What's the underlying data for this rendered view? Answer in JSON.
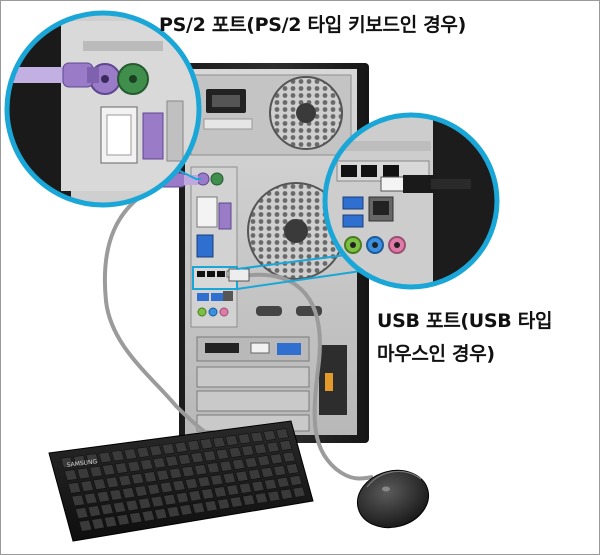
{
  "labels": {
    "ps2_port": "PS/2 포트(PS/2 타입 키보드인 경우)",
    "usb_port_line1": "USB 포트(USB 타입",
    "usb_port_line2": "마우스인 경우)"
  },
  "keyboard_brand": "SAMSUNG",
  "colors": {
    "callout_ring": "#1aa7d8",
    "ps2_purple": "#9a7bc8",
    "ps2_green": "#3f8e4c",
    "usb_blue": "#2f6fd0",
    "audio_green": "#7cc043",
    "case_dark": "#222222",
    "cable_gray": "#9b9b9b"
  },
  "icons": [
    "ps2-connector-icon",
    "usb-connector-icon",
    "keyboard-icon",
    "mouse-icon"
  ]
}
